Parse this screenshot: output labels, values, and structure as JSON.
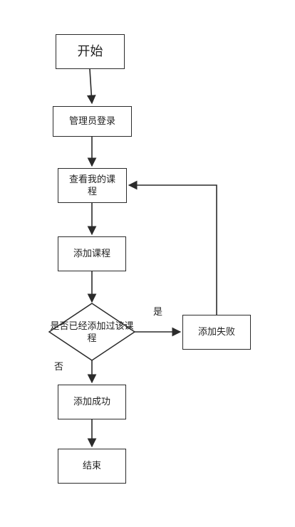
{
  "nodes": {
    "start": "开始",
    "admin_login": "管理员登录",
    "view_courses": "查看我的课程",
    "add_course": "添加课程",
    "decision": "是否已经添加过该课程",
    "add_failed": "添加失败",
    "add_success": "添加成功",
    "end": "结束"
  },
  "edge_labels": {
    "yes": "是",
    "no": "否"
  },
  "colors": {
    "line": "#2b2b2b",
    "background": "#ffffff"
  }
}
